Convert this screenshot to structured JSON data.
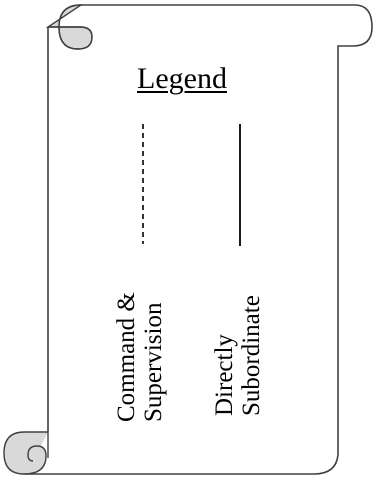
{
  "legend": {
    "title": "Legend",
    "items": [
      {
        "line1": "Command &",
        "line2": "Supervision",
        "line_style": "dashed"
      },
      {
        "line1": "Directly",
        "line2": "Subordinate",
        "line_style": "solid"
      }
    ]
  },
  "colors": {
    "scroll_fill": "#d9d9d9",
    "stroke": "#404040",
    "text": "#000000",
    "background": "#ffffff"
  }
}
